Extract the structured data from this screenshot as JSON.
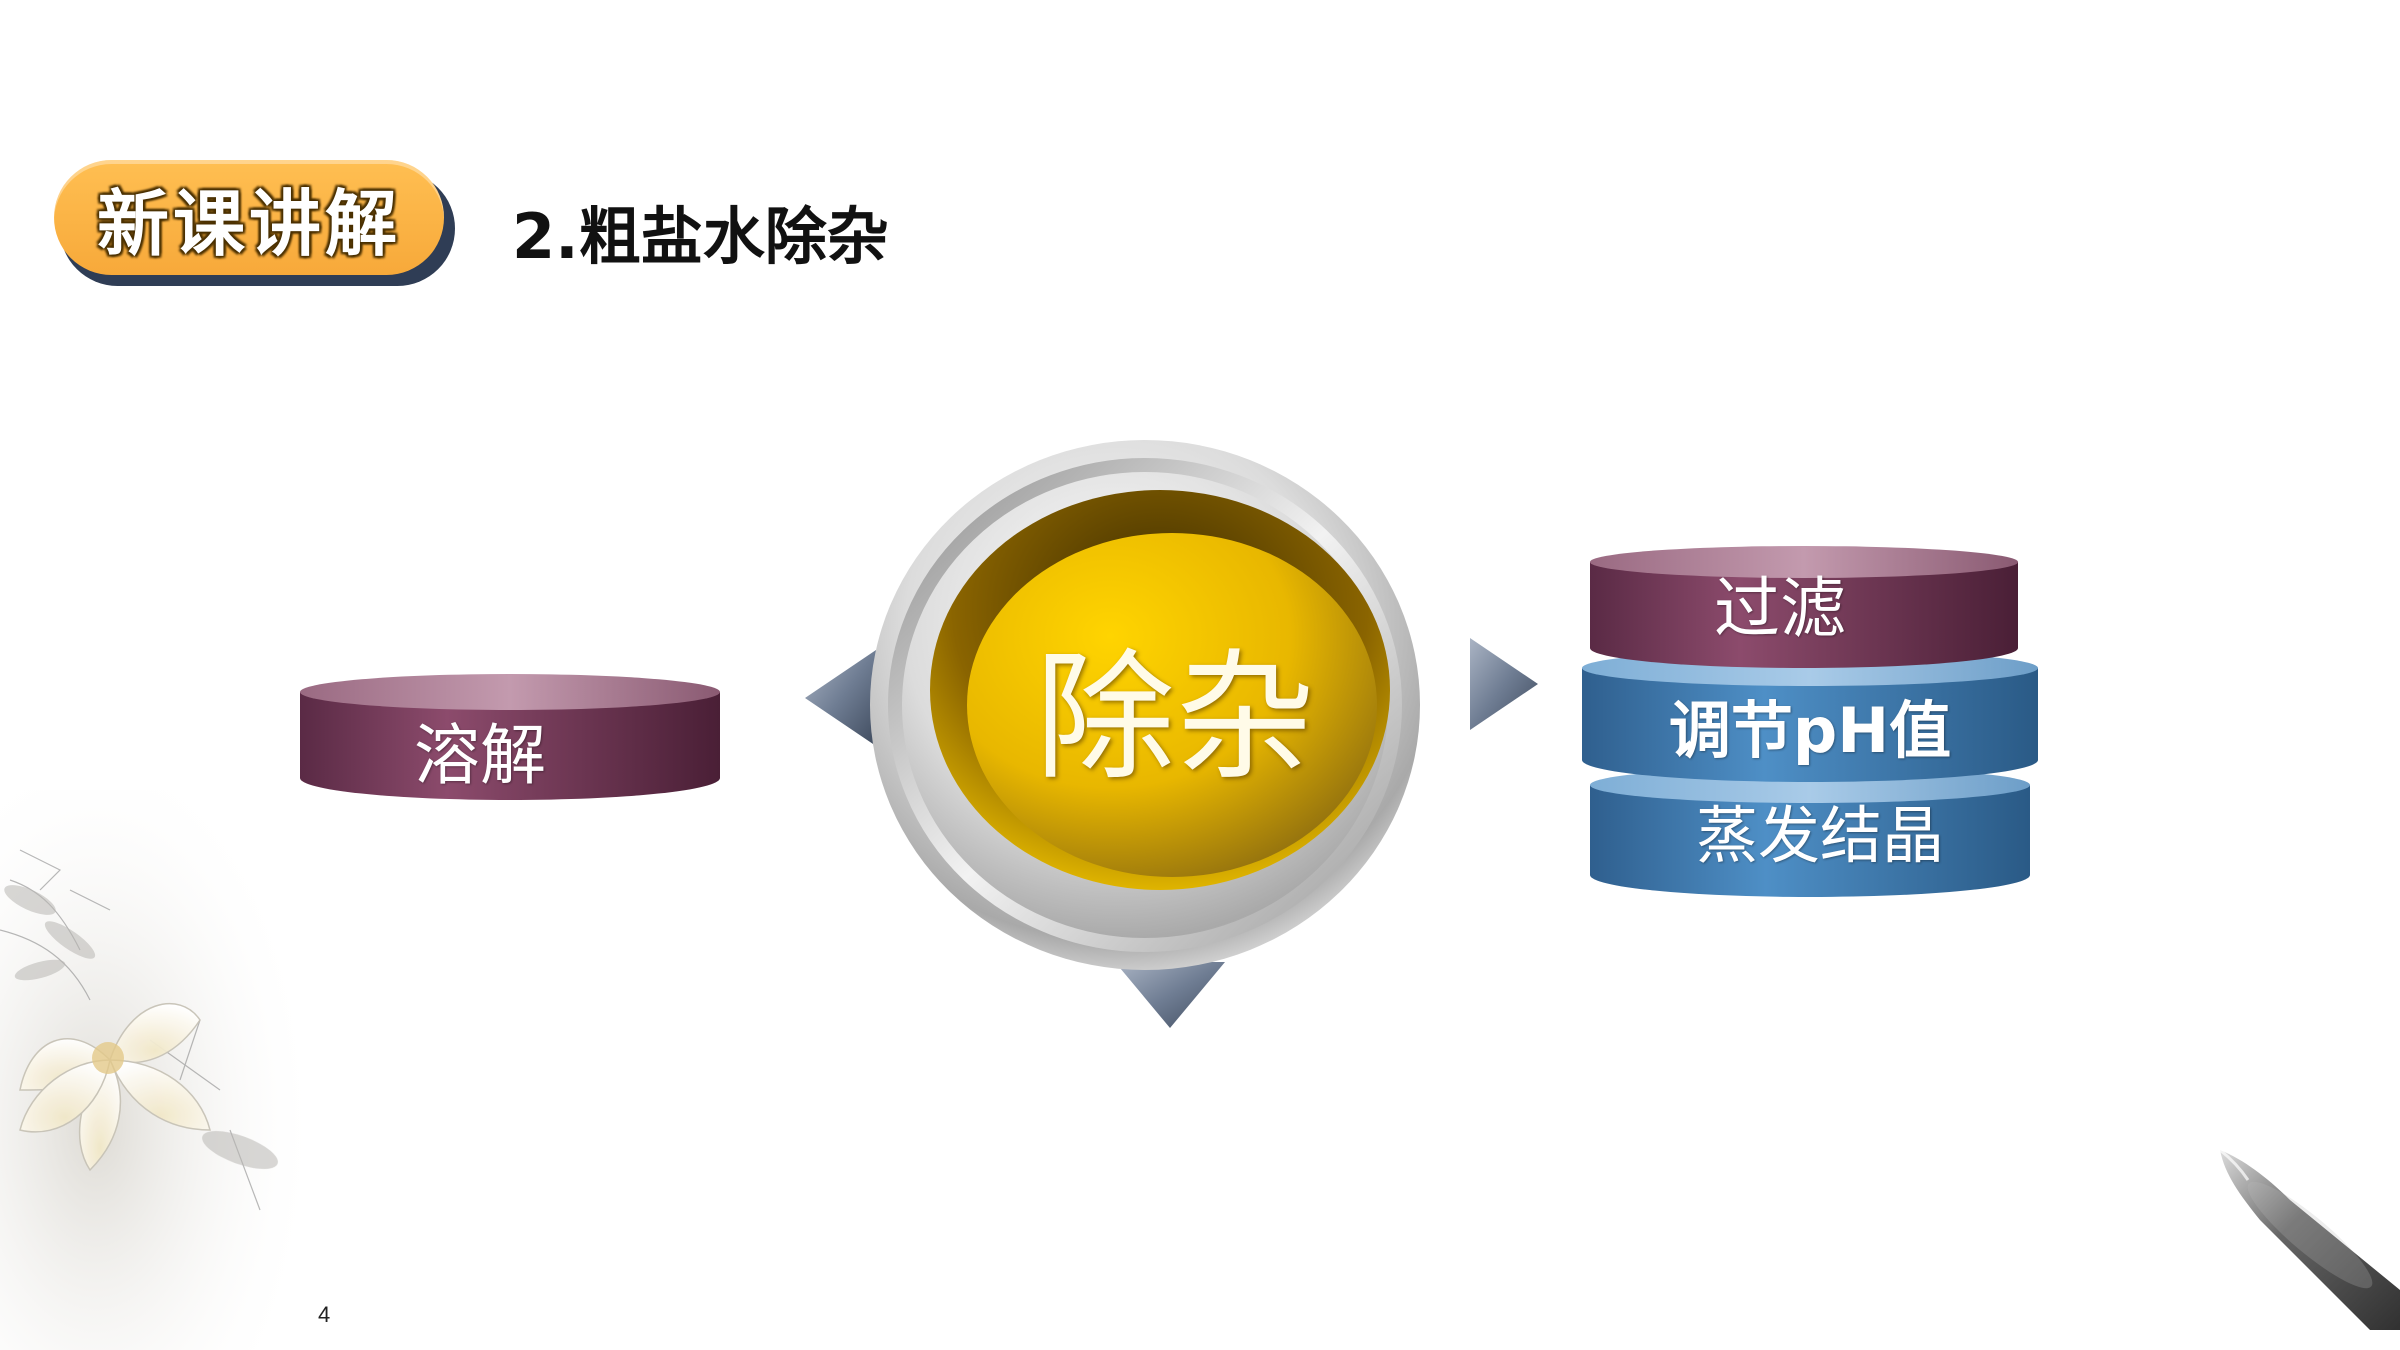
{
  "header": {
    "badge_label": "新课讲解",
    "title": "2.粗盐水除杂"
  },
  "diagram": {
    "center_label": "除杂",
    "left_step": "溶解",
    "right_steps": [
      "过滤",
      "调节pH值",
      "蒸发结晶"
    ]
  },
  "footer": {
    "page_number": "4"
  },
  "colors": {
    "badge_orange": "#f7a93a",
    "badge_shadow": "#2f3d55",
    "maroon_cylinder": "#7a3a5a",
    "blue_cylinder": "#3f7db5",
    "gold_center": "#e6b400",
    "arrow_slate": "#7c8aa0"
  }
}
